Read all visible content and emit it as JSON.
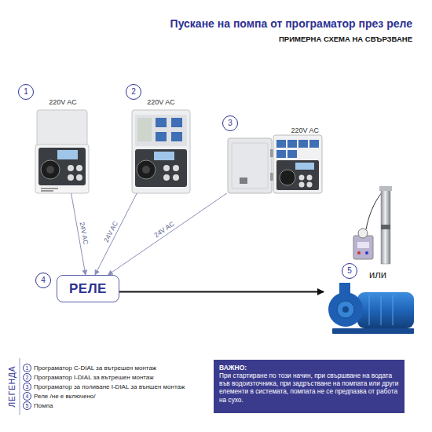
{
  "diagram": {
    "title": "Пускане на помпа от програматор през реле",
    "nodes": [
      {
        "text": [
          "1"
        ]
      },
      {
        "text": [
          "2"
        ]
      },
      {
        "text": [
          "220V AC"
        ]
      },
      {
        "text": [
          "220V AC"
        ]
      },
      {
        "text": [
          "3"
        ]
      },
      {
        "text": [
          "220V AC"
        ]
      },
      {
        "text": [
          "4"
        ]
      },
      {
        "text": [
          "РЕЛЕ"
        ]
      },
      {
        "text": [
          "5"
        ]
      },
      {
        "text": [
          "или"
        ]
      },
      {
        "text": [
          "ВАЖНО:",
          "При стартиране по този начин, при свършване на водата във водоизточника, при задръстване на помпата или други елементи в системата, помпата не се предпазва от работа на сухо."
        ]
      }
    ],
    "edges": [
      {
        "from": 2,
        "to": 7,
        "label": "24V AC",
        "arrow": "to"
      },
      {
        "from": 3,
        "to": 7,
        "label": "24V AC",
        "arrow": "to"
      },
      {
        "from": 5,
        "to": 7,
        "label": "24V AC",
        "arrow": "to"
      },
      {
        "from": 7,
        "to": 9,
        "arrow": "to"
      }
    ],
    "labels": [
      "ПРИМЕРНА СХЕМА НА СВЪРЗВАНЕ",
      "ЛЕГЕНДА",
      "1",
      "2",
      "3",
      "4",
      "5"
    ],
    "legend": [
      {
        "text": "Програматор C-DIAL за вътрешен монтаж"
      },
      {
        "text": "Програматор I-DIAL за вътрешен монтаж"
      },
      {
        "text": "Програматор за поливане I-DIAL за външен монтаж"
      },
      {
        "text": "Реле /не е включено/"
      },
      {
        "text": "Помпа"
      }
    ]
  }
}
